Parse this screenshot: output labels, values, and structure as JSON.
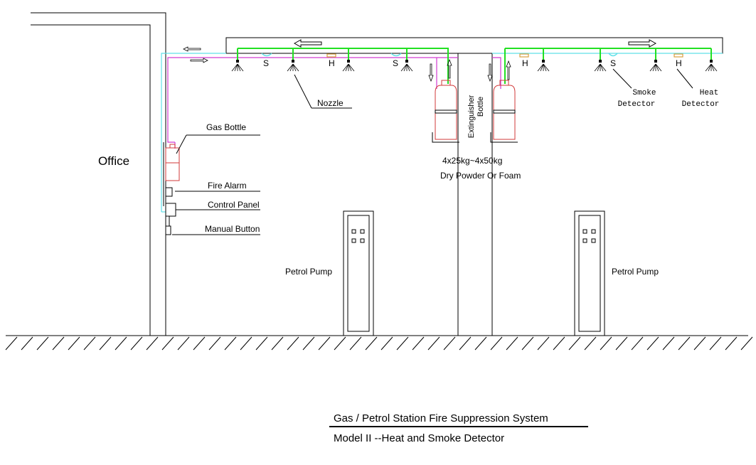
{
  "labels": {
    "office": "Office",
    "gas_bottle": "Gas Bottle",
    "fire_alarm": "Fire Alarm",
    "control_panel": "Control Panel",
    "manual_button": "Manual Button",
    "nozzle": "Nozzle",
    "extinguisher_bottle_1": "Extinguisher",
    "extinguisher_bottle_2": "Bottle",
    "capacity": "4x25kg~4x50kg",
    "agent": "Dry Powder Or Foam",
    "petrol_pump_left": "Petrol Pump",
    "petrol_pump_right": "Petrol Pump",
    "smoke_detector_1": "Smoke",
    "smoke_detector_2": "Detector",
    "heat_detector_1": "Heat",
    "heat_detector_2": "Detector"
  },
  "detector_marks": {
    "smoke": "S",
    "heat": "H"
  },
  "title": {
    "main": "Gas / Petrol Station Fire Suppression System",
    "subtitle": "Model II --Heat and Smoke Detector"
  },
  "colors": {
    "pipe_green": "#22e022",
    "signal_magenta": "#d23ad2",
    "signal_cyan": "#5fe1e8",
    "bottle_red": "#d23a3a",
    "heat_detector": "#d8a040",
    "line": "#000000"
  }
}
